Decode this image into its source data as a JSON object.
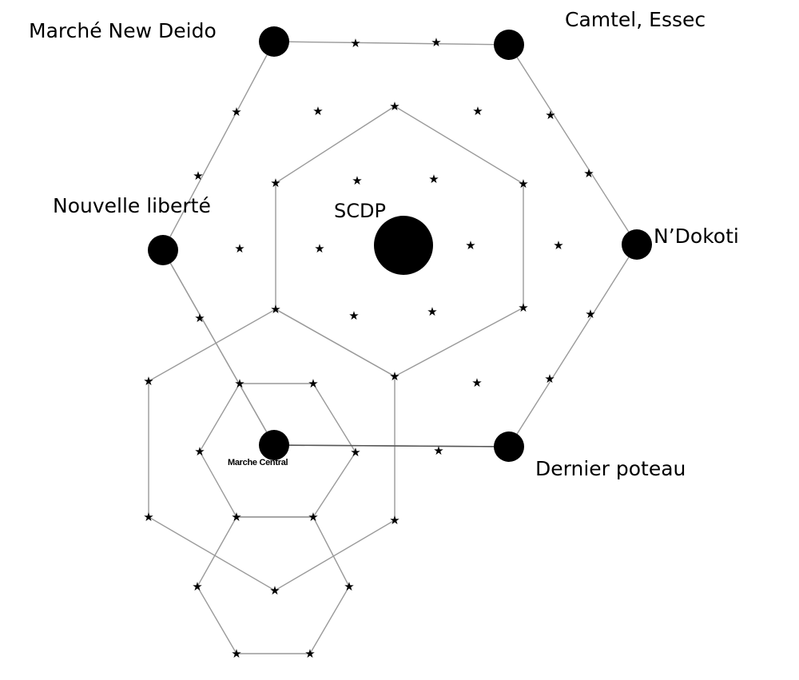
{
  "diagram": {
    "title": "Hexagonal network around SCDP",
    "nodes": {
      "new_deido": "Marché New Deido",
      "camtel": "Camtel, Essec",
      "nouvelle_liberte": "Nouvelle liberté",
      "ndokoti": "N’Dokoti",
      "dernier_poteau": "Dernier poteau",
      "scdp": "SCDP",
      "marche_central": "Marche Central"
    },
    "colors": {
      "node": "#000000",
      "edge": "#9a9a9a",
      "star": "#000000"
    }
  }
}
